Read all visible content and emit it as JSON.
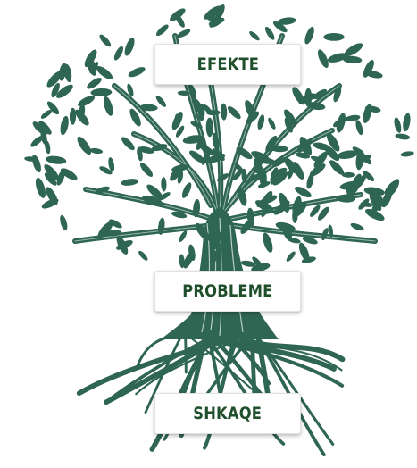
{
  "diagram": {
    "colors": {
      "tree": "#2f6553",
      "label_text": "#1f4f2b",
      "box_background": "#ffffff"
    },
    "labels": {
      "effects": "EFEKTE",
      "problems": "PROBLEME",
      "causes": "SHKAQE"
    }
  }
}
